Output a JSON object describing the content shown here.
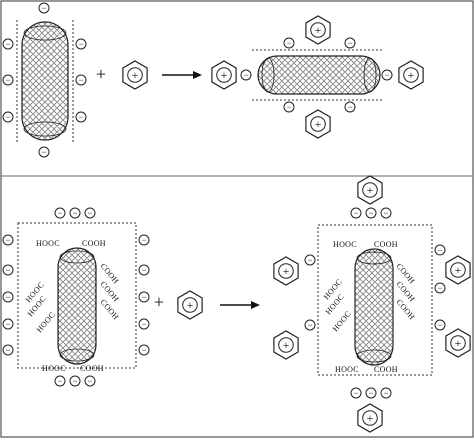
{
  "glyphs": {
    "plus": "+",
    "minus": "−",
    "arrow": "→"
  },
  "top_scheme": {
    "operator": "+"
  },
  "bottom_scheme": {
    "operator": "+",
    "labels_left": [
      "HOOC",
      "HOOC",
      "HOOC",
      "HOOC",
      "HOOC"
    ],
    "labels_right": [
      "COOH",
      "COOH",
      "COOH",
      "COOH",
      "COOH"
    ],
    "labels_product_left": [
      "HOOC",
      "HOOC",
      "HOOC",
      "HOOC",
      "HOOC"
    ],
    "labels_product_right": [
      "COOH",
      "COOH",
      "COOH",
      "COOH",
      "COOH"
    ]
  },
  "colors": {
    "line": "#222222",
    "box": "#333333",
    "background": "#ffffff",
    "border": "#555555"
  }
}
